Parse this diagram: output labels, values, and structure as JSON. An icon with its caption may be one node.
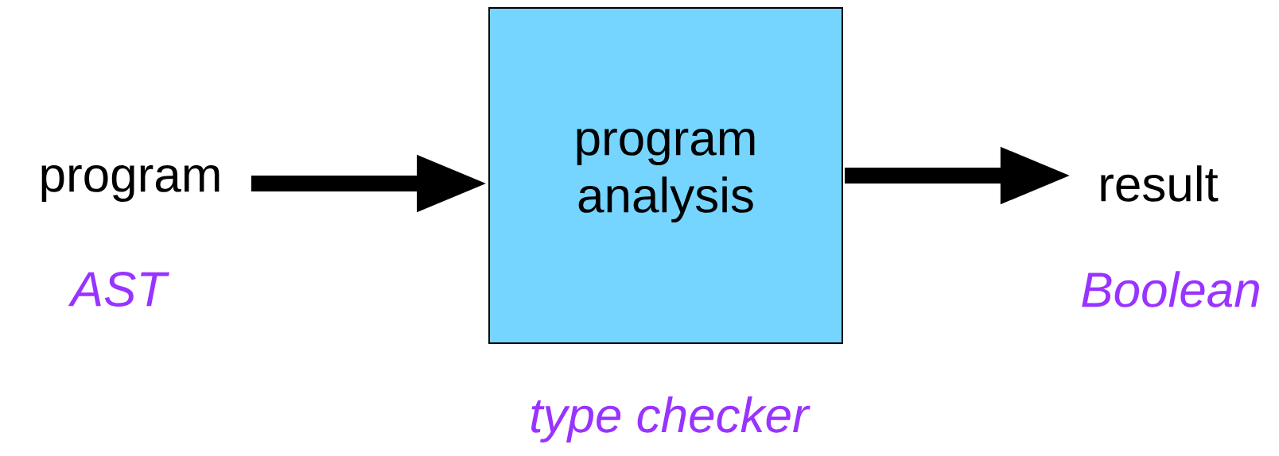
{
  "diagram": {
    "nodes": [
      {
        "text": [
          "program"
        ],
        "beside": [
          "AST"
        ]
      },
      {
        "text": [
          "program analysis"
        ],
        "beside": [
          "type checker"
        ]
      },
      {
        "text": [
          "result"
        ],
        "beside": [
          "Boolean"
        ]
      }
    ],
    "edges": [
      {
        "from": 0,
        "to": 1,
        "arrow": "to"
      },
      {
        "from": 1,
        "to": 2,
        "arrow": "to"
      }
    ]
  }
}
